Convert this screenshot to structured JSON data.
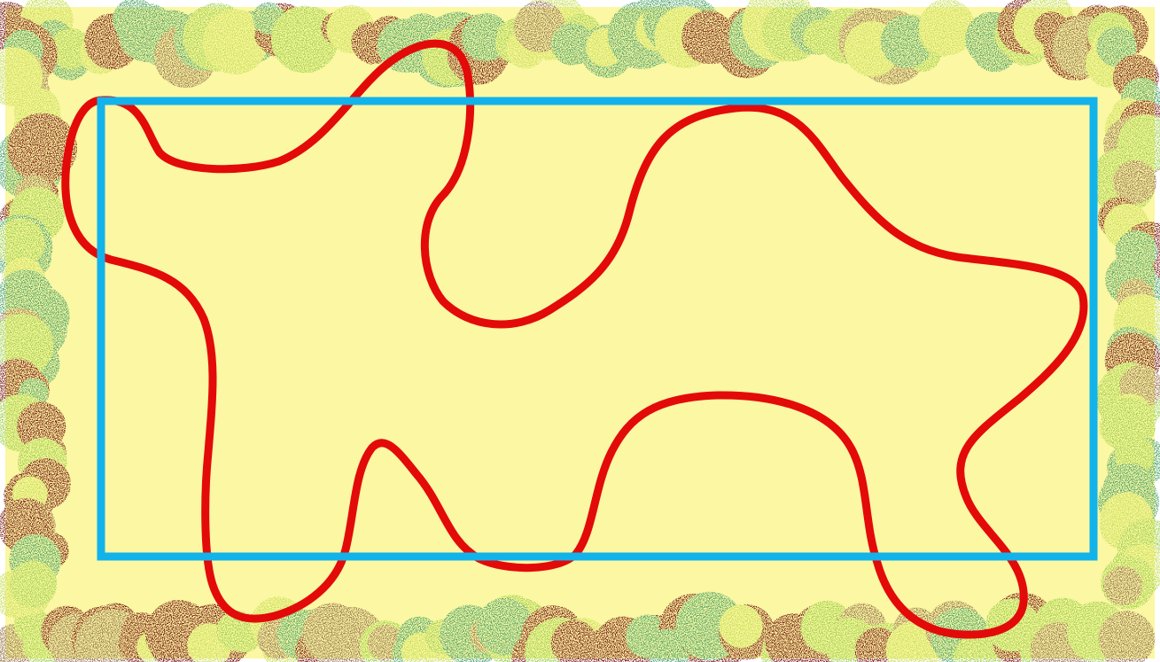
{
  "scene": {
    "description_icons": [
      "shrub-border",
      "red-race-track",
      "blue-rectangle"
    ]
  },
  "colors": {
    "ground": "#fbf7a3",
    "track": "#e30a0a",
    "rectangle": "#12b3ea",
    "shrub_light_green": "#9fd04a",
    "shrub_yellow_green": "#c9df56",
    "shrub_teal_green": "#4fa46a",
    "shrub_dark_red": "#7a1f16",
    "shrub_brown": "#9a7a52"
  }
}
